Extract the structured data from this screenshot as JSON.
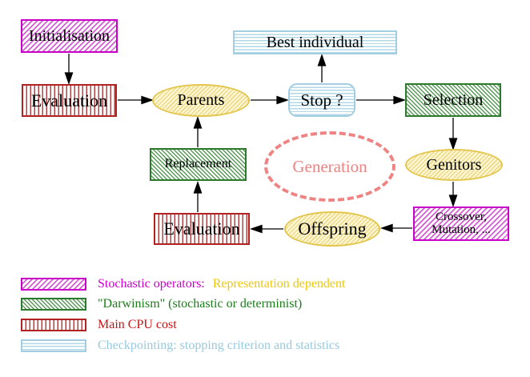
{
  "diagram": {
    "nodes": {
      "initialisation": {
        "label": "Initialisation"
      },
      "evaluation_top": {
        "label": "Evaluation"
      },
      "parents": {
        "label": "Parents"
      },
      "best_individual": {
        "label": "Best individual"
      },
      "stop": {
        "label": "Stop ?"
      },
      "selection": {
        "label": "Selection"
      },
      "genitors": {
        "label": "Genitors"
      },
      "crossover_mutation": {
        "label_line1": "Crossover,",
        "label_line2": "Mutation, ..."
      },
      "offspring": {
        "label": "Offspring"
      },
      "evaluation_bottom": {
        "label": "Evaluation"
      },
      "replacement": {
        "label": "Replacement"
      },
      "generation": {
        "label": "Generation"
      }
    },
    "legend": {
      "items": [
        {
          "swatch": "magenta-diagonal-hatch",
          "text": "Stochastic operators:",
          "text2": "Representation dependent",
          "color": "#cc00cc",
          "color2": "#eec70b"
        },
        {
          "swatch": "green-diagonal-hatch",
          "text": "\"Darwinism\" (stochastic or determinist)",
          "color": "#1a7d1a"
        },
        {
          "swatch": "red-vertical-stripes",
          "text": "Main CPU cost",
          "color": "#cc1111"
        },
        {
          "swatch": "cyan-horizontal-stripes",
          "text": "Checkpointing: stopping criterion and statistics",
          "color": "#97cade"
        }
      ]
    },
    "colors": {
      "stochastic_operator_fill": "#cc00cc",
      "darwinism_fill": "#2b7a2b",
      "cpu_cost_fill": "#b22222",
      "checkpointing_fill": "#a3cde0",
      "population_ellipse": "#e2c64e",
      "generation_loop": "#ef8383"
    }
  }
}
